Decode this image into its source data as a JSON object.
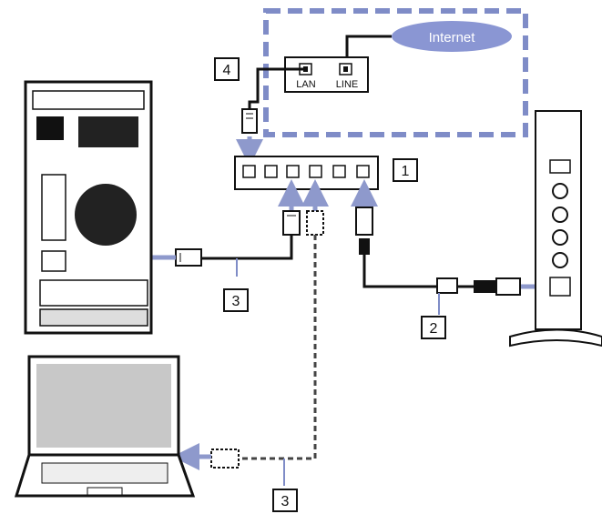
{
  "internet_cloud": {
    "label": "Internet"
  },
  "modem": {
    "port_lan": "LAN",
    "port_line": "LINE"
  },
  "callouts": [
    "1",
    "2",
    "3",
    "3",
    "4"
  ],
  "colors": {
    "arrow": "#8e99cc",
    "dashed_box": "#7f8cc7",
    "cloud": "#8a96d3",
    "cable": "#111111"
  }
}
